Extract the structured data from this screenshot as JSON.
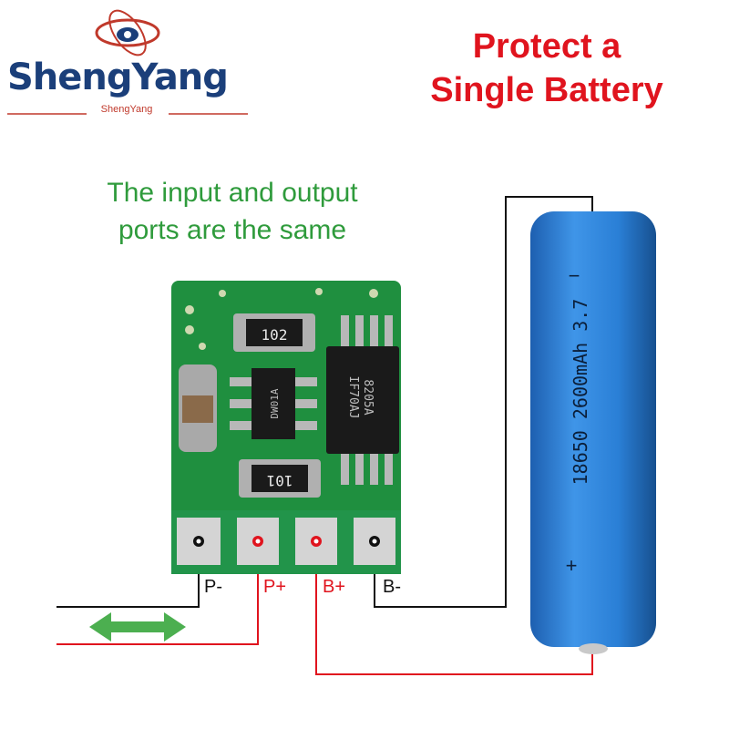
{
  "logo": {
    "name": "ShengYang",
    "subtitle": "ShengYang"
  },
  "headline": {
    "line1": "Protect a",
    "line2": "Single Battery"
  },
  "caption": {
    "line1": "The input and output",
    "line2": "ports are the same"
  },
  "board": {
    "resistor_top": "102",
    "resistor_bottom": "101",
    "chip_left": "DW01A",
    "chip_right_line1": "8205A",
    "chip_right_line2": "IF70AJ"
  },
  "pins": [
    {
      "label": "P-",
      "wire": "black"
    },
    {
      "label": "P+",
      "wire": "red"
    },
    {
      "label": "B+",
      "wire": "red"
    },
    {
      "label": "B-",
      "wire": "black"
    }
  ],
  "battery": {
    "text": "18650 2600mAh 3.7",
    "minus": "−",
    "plus": "+"
  },
  "colors": {
    "board": "#1f8f3f",
    "battery": "#2a7fd6",
    "wire_red": "#e0141e",
    "arrow": "#4caf50",
    "headline": "#e0141e",
    "caption": "#2f9b3c"
  }
}
